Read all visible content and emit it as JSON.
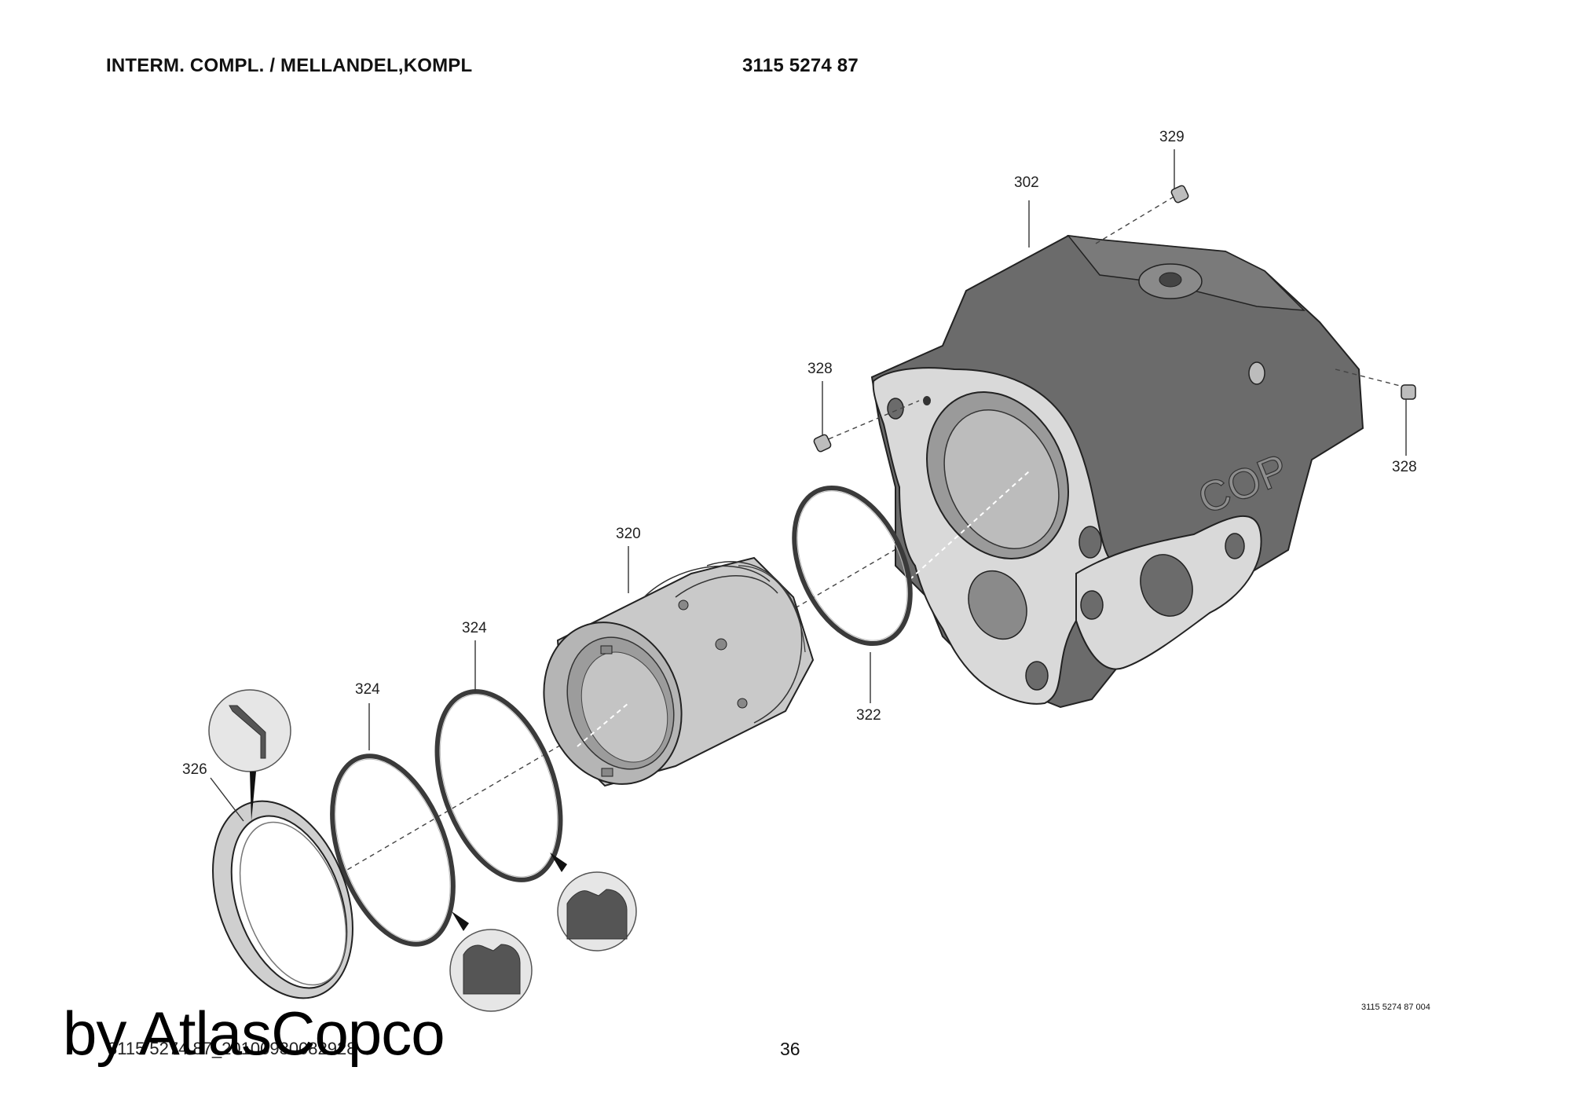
{
  "header": {
    "title": "INTERM. COMPL. / MELLANDEL,KOMPL",
    "part_number": "3115 5274 87"
  },
  "callouts": {
    "c302": "302",
    "c320": "320",
    "c322": "322",
    "c324a": "324",
    "c324b": "324",
    "c326": "326",
    "c328a": "328",
    "c328b": "328",
    "c329": "329",
    "housing_mark": "COP"
  },
  "footer": {
    "image_code": "3115 5274 87 004",
    "doc_code": "3115 5274 87_20100930082928",
    "page_number": "36"
  },
  "watermark": "by AtlasCopco",
  "colors": {
    "housing": "#6b6b6b",
    "housing_face": "#d8d8d8",
    "sleeve": "#c9c9c9",
    "ring": "#3a3a3a",
    "detail_bubble": "#e6e6e6",
    "profile": "#555555"
  }
}
